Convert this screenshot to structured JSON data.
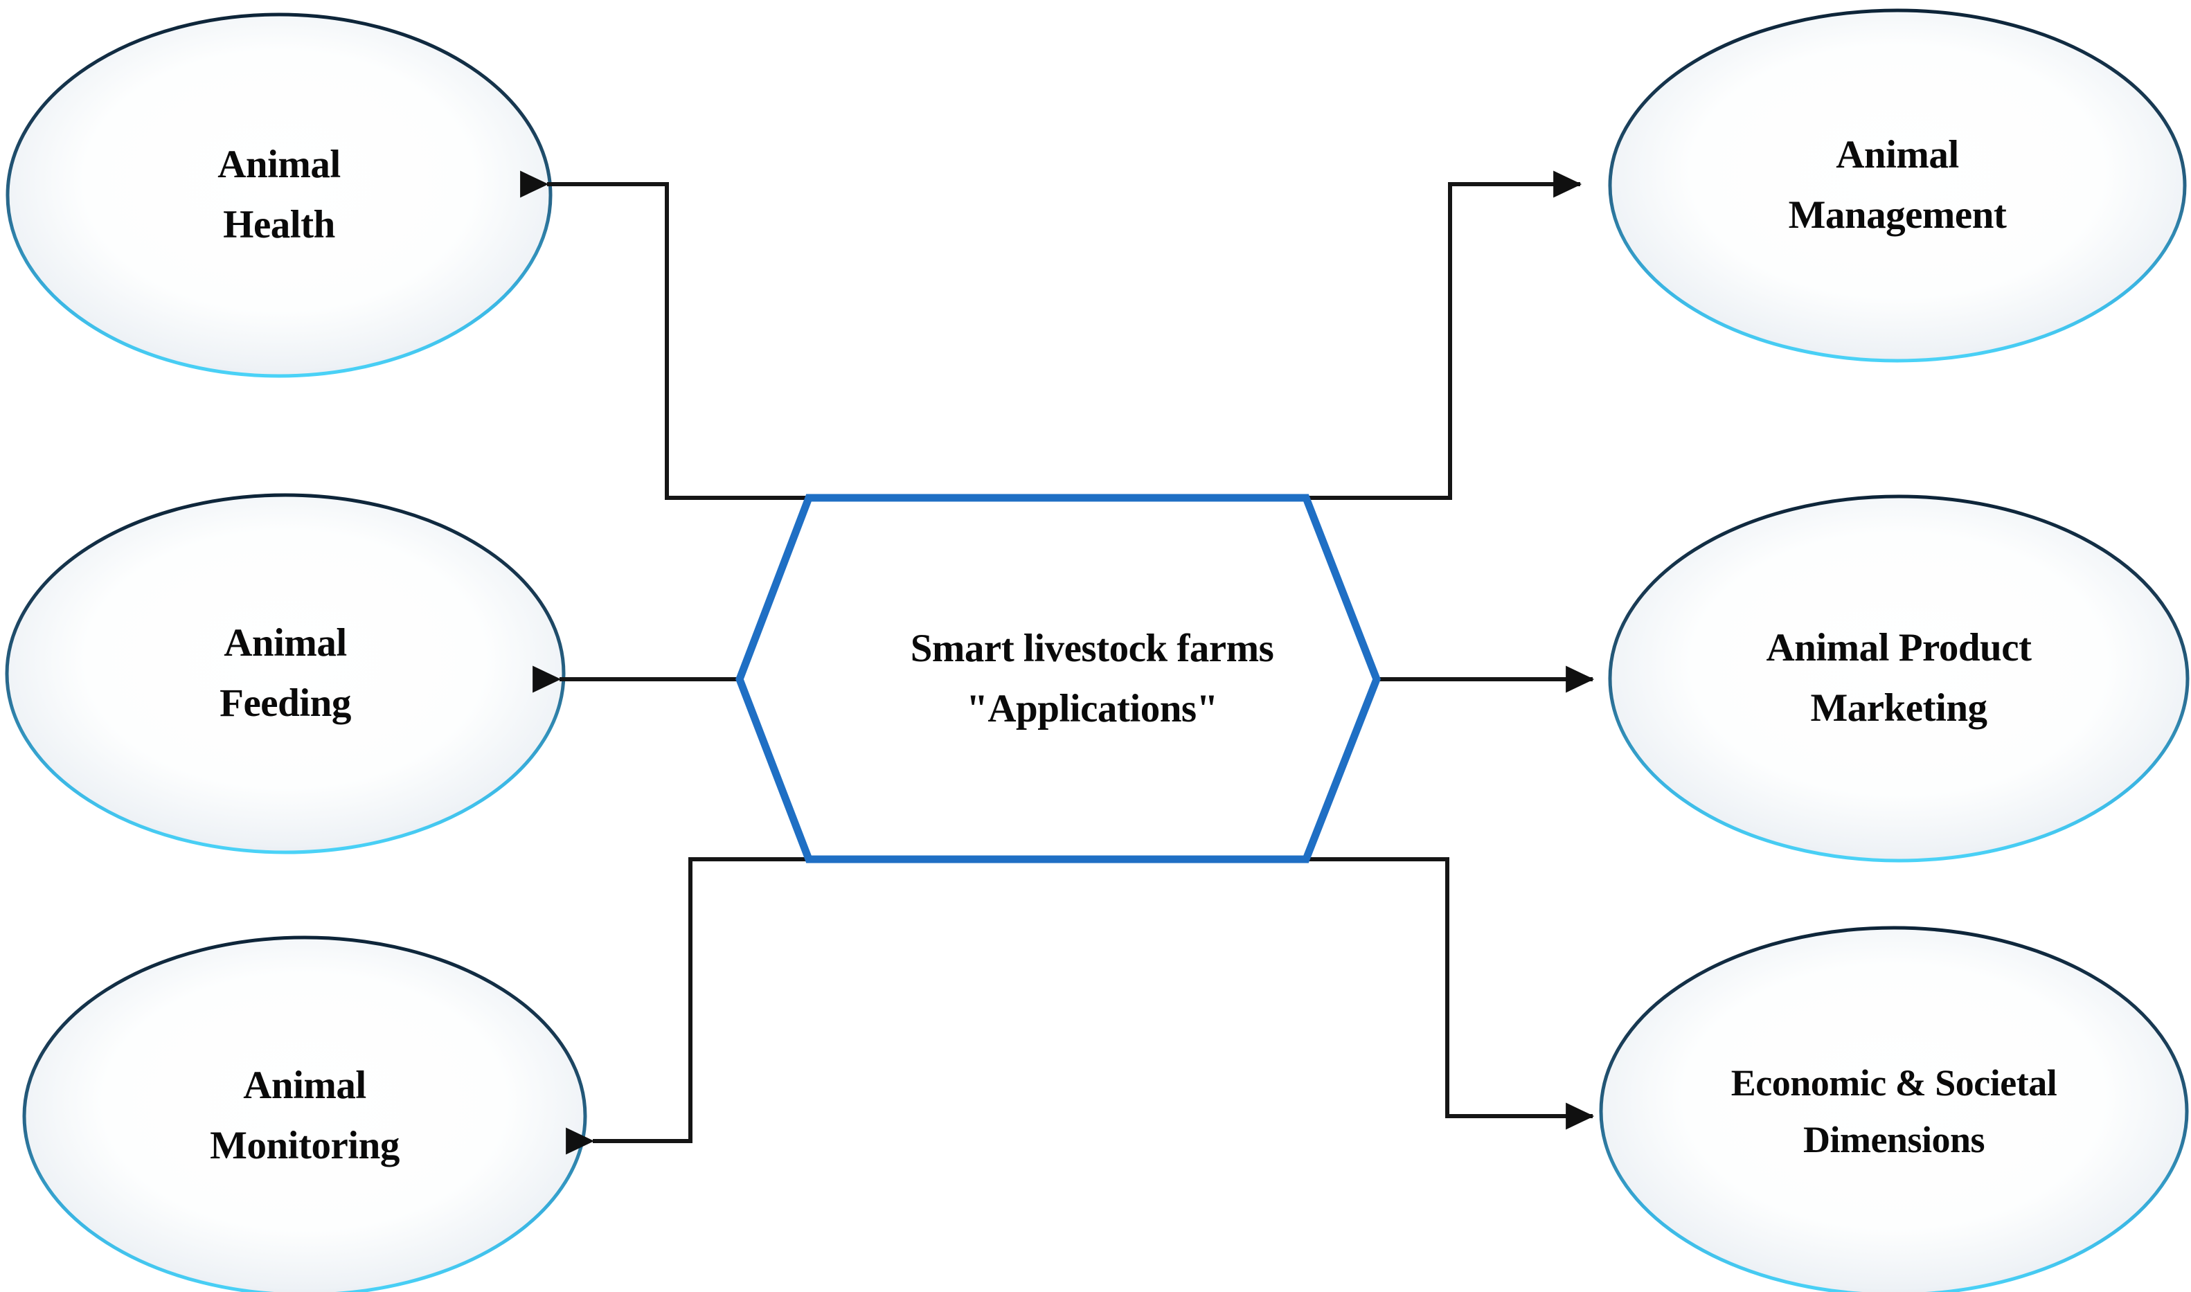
{
  "diagram": {
    "title": "Smart livestock farms applications diagram",
    "type": "hub-and-spoke",
    "colors": {
      "hexagon_stroke": "#1F6FC4",
      "connector": "#1A1A1A",
      "ellipse_stroke_top": "#14324A",
      "ellipse_stroke_bottom": "#35C2F0",
      "ellipse_fill_center": "#FFFFFF",
      "ellipse_fill_edge": "#DDE4EC",
      "text": "#0A0A0A",
      "background": "#FFFFFF"
    },
    "center": {
      "shape": "hexagon",
      "line1": "Smart livestock farms",
      "line2": "\"Applications\""
    },
    "nodes": [
      {
        "id": "animal-health",
        "shape": "ellipse",
        "side": "left",
        "row": "top",
        "line1": "Animal",
        "line2": "Health"
      },
      {
        "id": "animal-feeding",
        "shape": "ellipse",
        "side": "left",
        "row": "middle",
        "line1": "Animal",
        "line2": "Feeding"
      },
      {
        "id": "animal-monitoring",
        "shape": "ellipse",
        "side": "left",
        "row": "bottom",
        "line1": "Animal",
        "line2": "Monitoring"
      },
      {
        "id": "animal-management",
        "shape": "ellipse",
        "side": "right",
        "row": "top",
        "line1": "Animal",
        "line2": "Management"
      },
      {
        "id": "animal-product-marketing",
        "shape": "ellipse",
        "side": "right",
        "row": "middle",
        "line1": "Animal Product",
        "line2": "Marketing"
      },
      {
        "id": "economic-societal-dimensions",
        "shape": "ellipse",
        "side": "right",
        "row": "bottom",
        "line1": "Economic & Societal",
        "line2": "Dimensions"
      }
    ],
    "edges": [
      {
        "from": "center",
        "to": "animal-health",
        "arrow": "left"
      },
      {
        "from": "center",
        "to": "animal-feeding",
        "arrow": "left"
      },
      {
        "from": "center",
        "to": "animal-monitoring",
        "arrow": "left"
      },
      {
        "from": "center",
        "to": "animal-management",
        "arrow": "right"
      },
      {
        "from": "center",
        "to": "animal-product-marketing",
        "arrow": "right"
      },
      {
        "from": "center",
        "to": "economic-societal-dimensions",
        "arrow": "right"
      }
    ]
  }
}
